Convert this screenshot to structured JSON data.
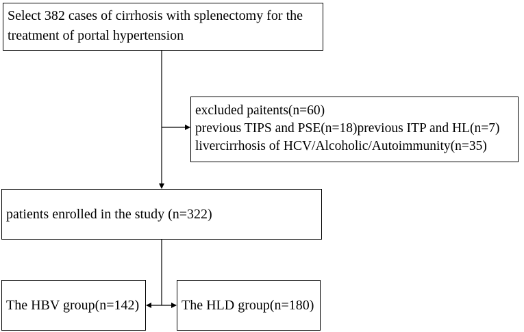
{
  "flowchart": {
    "select_box": {
      "line1": "Select 382 cases of cirrhosis with splenectomy for the",
      "line2": "treatment of portal hypertension"
    },
    "excluded_box": {
      "line1": "excluded paitents(n=60)",
      "line2": "previous TIPS and PSE(n=18)previous ITP and HL(n=7)",
      "line3": "livercirrhosis of HCV/Alcoholic/Autoimmunity(n=35)"
    },
    "enrolled_box": {
      "text": "patients enrolled in the study (n=322)"
    },
    "hbv_box": {
      "text": "The HBV group(n=142)"
    },
    "hld_box": {
      "text": "The HLD group(n=180)"
    }
  }
}
